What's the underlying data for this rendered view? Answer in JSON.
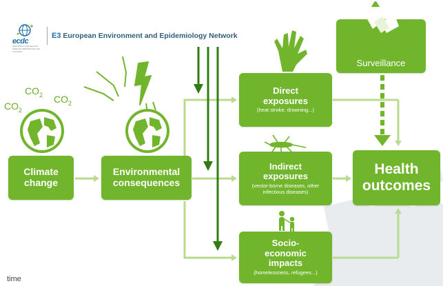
{
  "header": {
    "logo_text": "ecdc",
    "logo_sub": "EUROPEAN CENTRE FOR DISEASE PREVENTION AND CONTROL",
    "network_prefix": "E3",
    "network_title": "European Environment and Epidemiology Network"
  },
  "co2_labels": [
    "CO",
    "CO",
    "CO"
  ],
  "co2_subscript": "2",
  "boxes": {
    "climate": "Climate change",
    "environmental": "Environmental consequences",
    "direct": {
      "title": "Direct exposures",
      "subtitle": "(heat stroke, drowning...)"
    },
    "indirect": {
      "title": "Indirect exposures",
      "subtitle": "(vector-borne diseases, other infectious diseases)"
    },
    "socio": {
      "title": "Socio- economic impacts",
      "subtitle": "(homelessness, refugees...)"
    },
    "health": "Health outcomes",
    "surveillance": "Surveillance"
  },
  "footer": {
    "time_label": "time"
  },
  "colors": {
    "box_green": "#71b52d",
    "arrow_light": "#b8db8e",
    "arrow_dark": "#2f7d12",
    "globe_green": "#6aa929",
    "header_blue": "#1d6fa8"
  },
  "icons": [
    "globe-icon",
    "lightning-icon",
    "hand-icon",
    "mosquito-icon",
    "people-icon",
    "satellite-icon",
    "europe-map-background"
  ]
}
